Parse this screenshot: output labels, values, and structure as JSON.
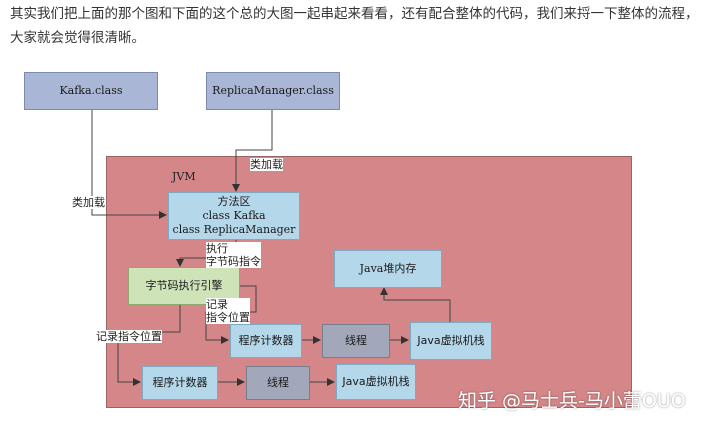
{
  "intro_text": "其实我们把上面的那个图和下面的这个总的大图一起串起来看看，还有配合整体的代码，我们来捋一下整体的流程，大家就会觉得很清晰。",
  "diagram": {
    "kafka_class": "Kafka.class",
    "replica_class": "ReplicaManager.class",
    "jvm_label": "JVM",
    "method_area": {
      "line1": "方法区",
      "line2": "class Kafka",
      "line3": "class ReplicaManager"
    },
    "bytecode_engine": "字节码执行引擎",
    "heap": "Java堆内存",
    "pc1": "程序计数器",
    "thread1": "线程",
    "jvm_stack1": "Java虚拟机栈",
    "pc2": "程序计数器",
    "thread2": "线程",
    "jvm_stack2": "Java虚拟机栈",
    "label_classload_top": "类加载",
    "label_classload_left": "类加载",
    "label_execute": "执行\n字节码指令",
    "label_record_right": "记录\n指令位置",
    "label_record_left": "记录指令位置"
  },
  "watermark": "知乎 @马士兵-马小蕾OUO"
}
